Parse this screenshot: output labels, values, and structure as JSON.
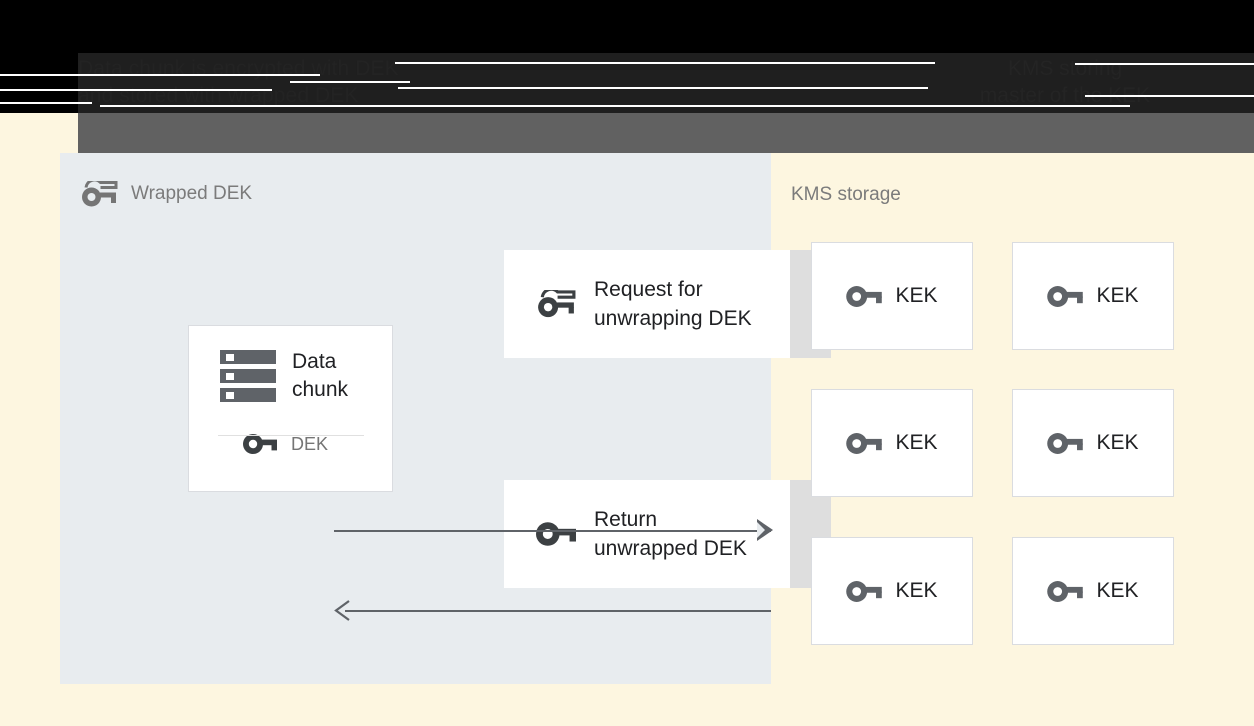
{
  "banner": {
    "title_left": "Data chunk is encrypted with DEK\nand stored with wrapped DEK",
    "title_right": "KMS storing\nmaster of the KEK"
  },
  "left_panel": {
    "title": "Wrapped DEK",
    "title_icon": "wrapped-key-icon",
    "data_chunk_card": {
      "icon": "server-stack-icon",
      "label": "Data\nchunk",
      "key_icon": "key-icon",
      "key_label": "DEK"
    },
    "request_card": {
      "icon": "wrapped-key-icon",
      "label": "Request for\nunwrapping DEK"
    },
    "return_card": {
      "icon": "key-icon",
      "label": "Return\nunwrapped DEK"
    },
    "arrows": [
      {
        "name": "arrow-request-to-kms",
        "direction": "right"
      },
      {
        "name": "arrow-return-to-data",
        "direction": "left"
      }
    ]
  },
  "kms": {
    "title": "KMS storage",
    "keks": [
      {
        "icon": "key-icon",
        "label": "KEK"
      },
      {
        "icon": "key-icon",
        "label": "KEK"
      },
      {
        "icon": "key-icon",
        "label": "KEK"
      },
      {
        "icon": "key-icon",
        "label": "KEK"
      },
      {
        "icon": "key-icon",
        "label": "KEK"
      },
      {
        "icon": "key-icon",
        "label": "KEK"
      }
    ]
  },
  "colors": {
    "page_background": "#fdf6e0",
    "left_panel": "#e8ecef",
    "card": "#ffffff",
    "card_shadow": "#dedede",
    "text_primary": "#202124",
    "text_muted": "#757575",
    "arrow": "#5f6368",
    "banner_black": "#000000",
    "banner_gray": "#616161"
  }
}
